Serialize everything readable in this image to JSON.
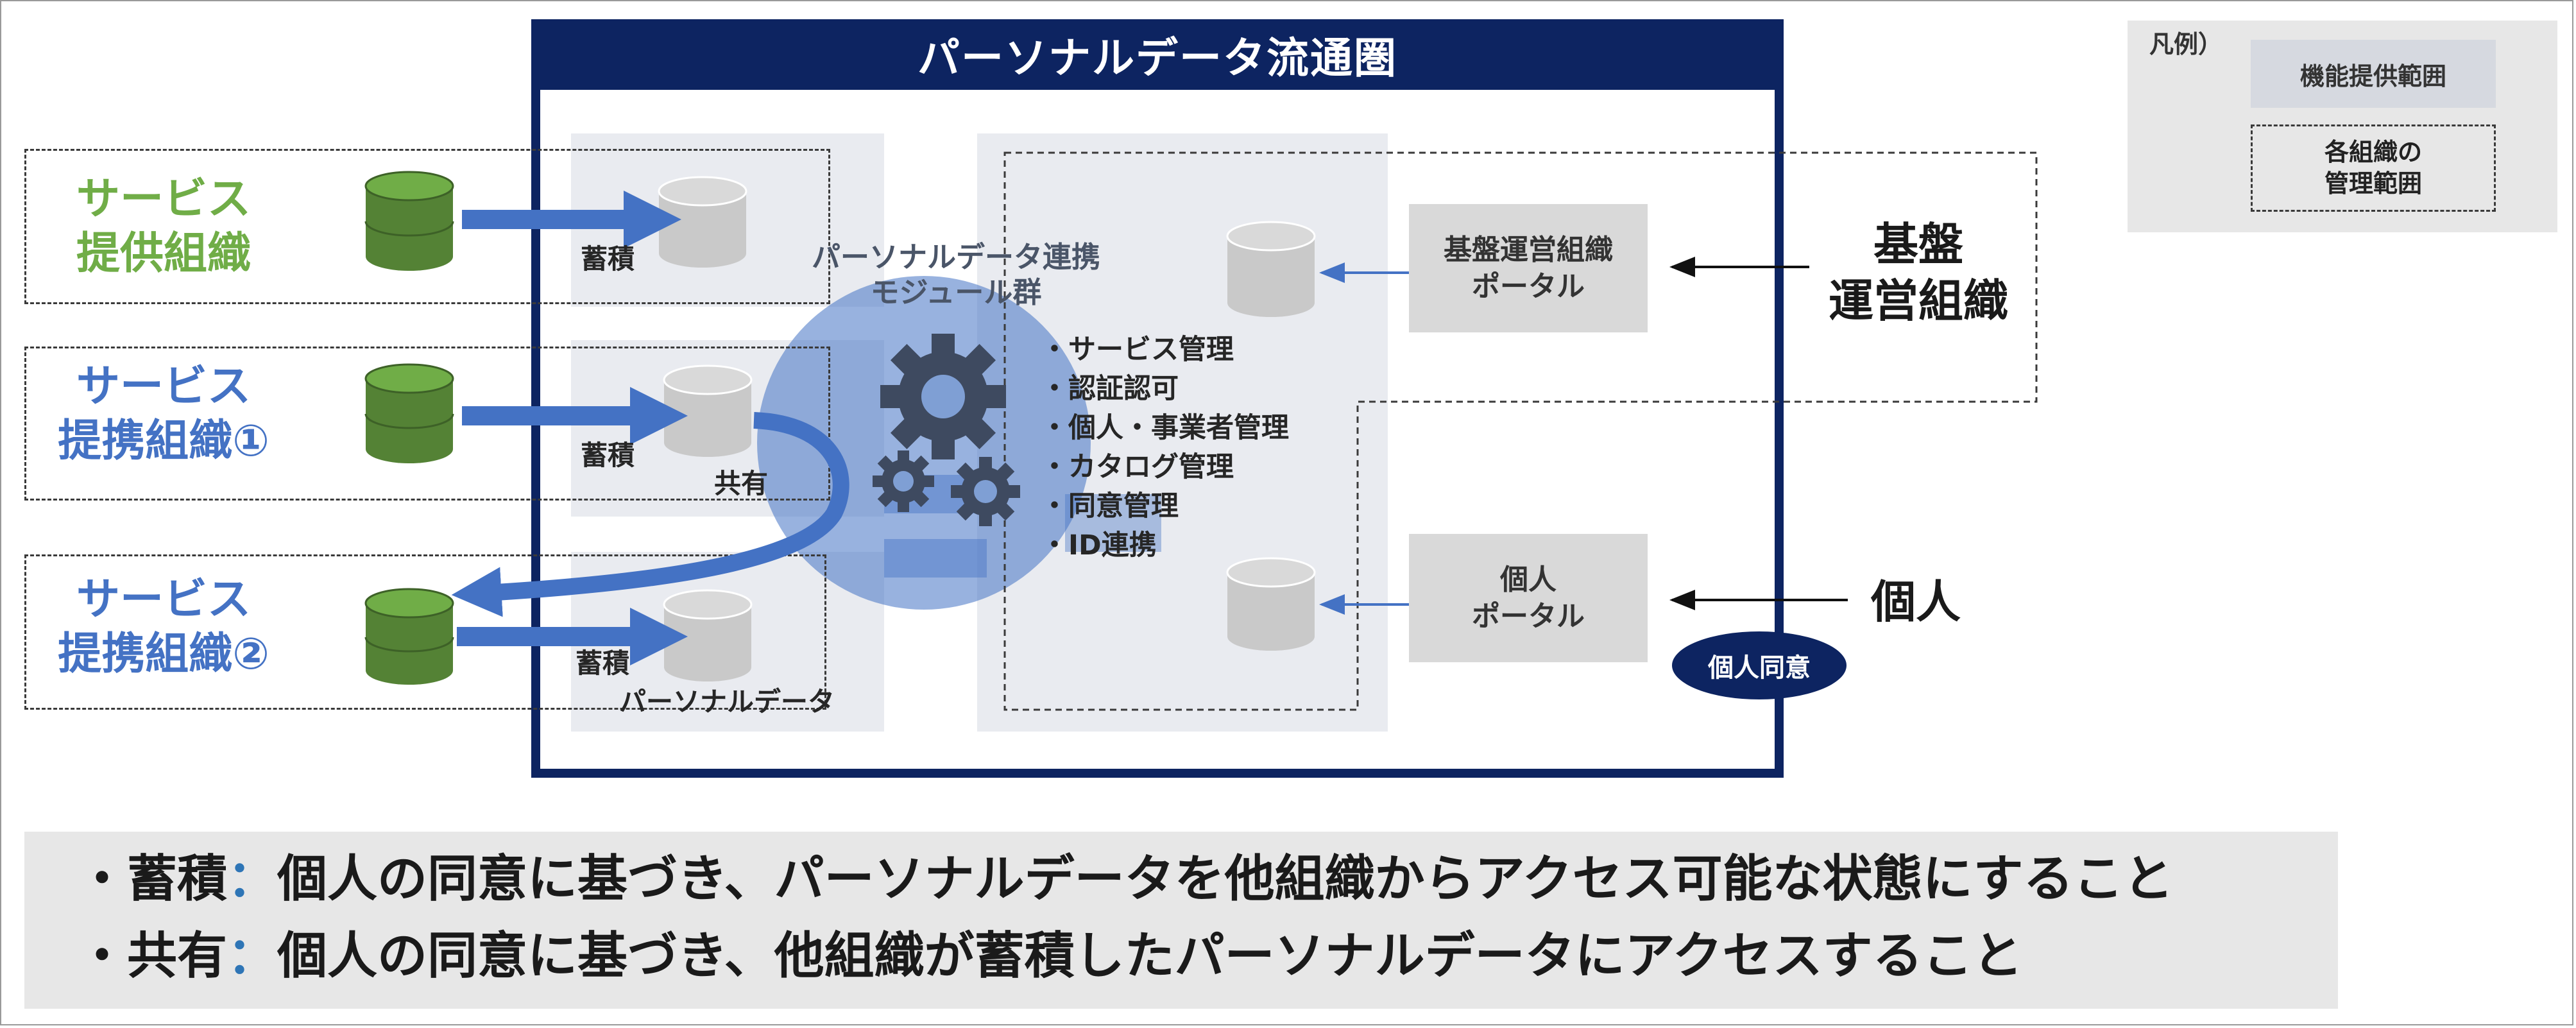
{
  "title": "パーソナルデータ流通圏",
  "legend": {
    "heading": "凡例）",
    "function_scope": "機能提供範囲",
    "org_scope": "各組織の\n管理範囲"
  },
  "orgs": {
    "provider": "サービス\n提供組織",
    "partner1": "サービス\n提携組織①",
    "partner2": "サービス\n提携組織②",
    "platform": "基盤\n運営組織",
    "individual": "個人"
  },
  "storage": {
    "store_label_1": "蓄積",
    "store_label_2": "蓄積",
    "store_label_3": "蓄積",
    "share_label": "共有",
    "personal_data_label": "パーソナルデータ"
  },
  "module": {
    "title": "パーソナルデータ連携\nモジュール群",
    "items": [
      "・サービス管理",
      "・認証認可",
      "・個人・事業者管理",
      "・カタログ管理",
      "・同意管理",
      "・ID連携"
    ]
  },
  "portals": {
    "platform": "基盤運営組織\nポータル",
    "individual": "個人\nポータル"
  },
  "consent_badge": "個人同意",
  "notes": {
    "line1_prefix": "・蓄積",
    "line1_colon": "：",
    "line1_text": "個人の同意に基づき、パーソナルデータを他組織からアクセス可能な状態にすること",
    "line2_prefix": "・共有",
    "line2_colon": "：",
    "line2_text": "個人の同意に基づき、他組織が蓄積したパーソナルデータにアクセスすること"
  },
  "colors": {
    "navy": "#0d2461",
    "green": "#70ad47",
    "blue": "#4472c4",
    "db_green": "#548235",
    "db_grey": "#c9c9c9"
  }
}
